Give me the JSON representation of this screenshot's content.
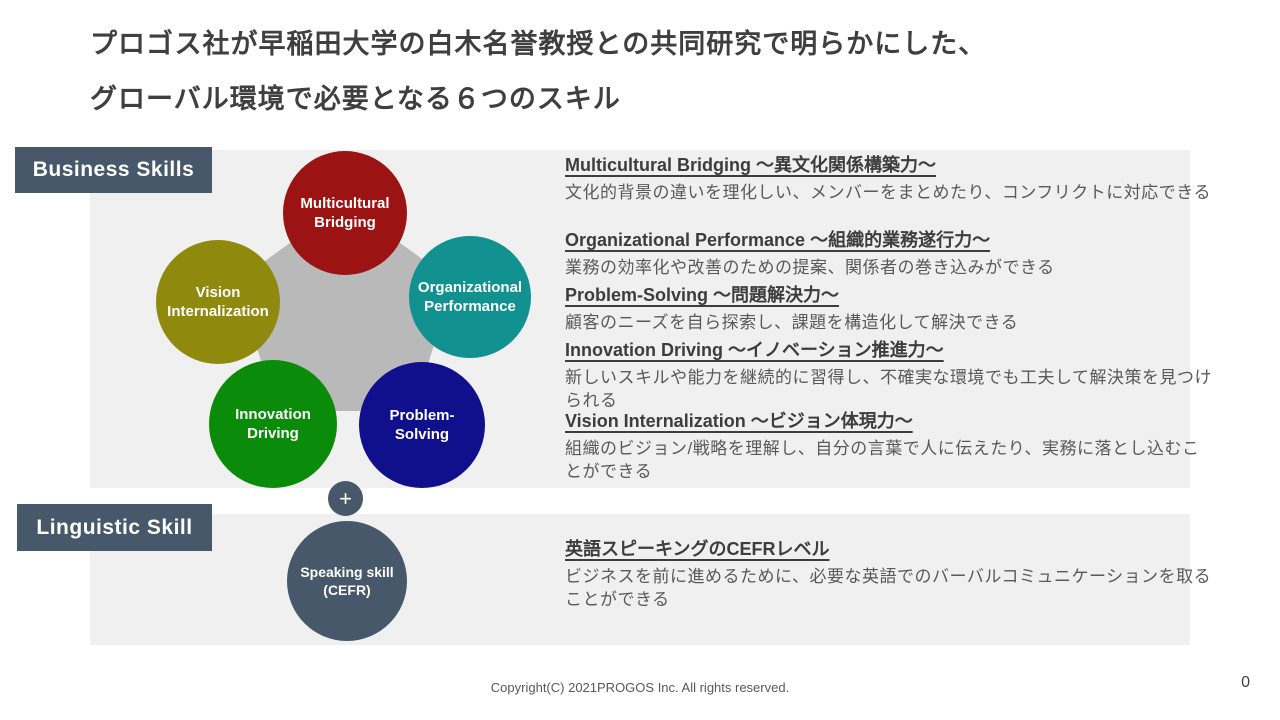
{
  "slide": {
    "title_line1": "プロゴス社が早稲田大学の白木名誉教授との共同研究で明らかにした、",
    "title_line2": "グローバル環境で必要となる６つのスキル",
    "footer": "Copyright(C) 2021PROGOS Inc. All rights reserved.",
    "page_number": "0"
  },
  "sections": {
    "business_label": "Business Skills",
    "linguistic_label": "Linguistic Skill",
    "label_color": "#465869",
    "panel_color": "#f0f0f0"
  },
  "diagram": {
    "pentagon_color": "#b9b9b9",
    "plus_symbol": "+",
    "plus_color": "#465869",
    "circles": [
      {
        "id": "multicultural-bridging",
        "line1": "Multicultural",
        "line2": "Bridging",
        "color": "#9b1313"
      },
      {
        "id": "vision-internalization",
        "line1": "Vision",
        "line2": "Internalization",
        "color": "#8f8a0e"
      },
      {
        "id": "organizational-performance",
        "line1": "Organizational",
        "line2": "Performance",
        "color": "#129191"
      },
      {
        "id": "innovation-driving",
        "line1": "Innovation",
        "line2": "Driving",
        "color": "#0a8c0a"
      },
      {
        "id": "problem-solving",
        "line1": "Problem-",
        "line2": "Solving",
        "color": "#10108c"
      },
      {
        "id": "speaking-skill",
        "line1": "Speaking skill",
        "line2": "(CEFR)",
        "color": "#465869"
      }
    ]
  },
  "descriptions": [
    {
      "heading": "Multicultural Bridging ～異文化関係構築力～",
      "body": "文化的背景の違いを理化しい、メンバーをまとめたり、コンフリクトに対応できる"
    },
    {
      "heading": "Organizational Performance ～組織的業務遂行力～",
      "body": "業務の効率化や改善のための提案、関係者の巻き込みができる"
    },
    {
      "heading": "Problem-Solving ～問題解決力～",
      "body": "顧客のニーズを自ら探索し、課題を構造化して解決できる"
    },
    {
      "heading": "Innovation Driving ～イノベーション推進力～",
      "body": "新しいスキルや能力を継続的に習得し、不確実な環境でも工夫して解決策を見つけられる"
    },
    {
      "heading": "Vision Internalization ～ビジョン体現力～",
      "body": "組織のビジョン/戦略を理解し、自分の言葉で人に伝えたり、実務に落とし込むことができる"
    },
    {
      "heading": "英語スピーキングのCEFRレベル",
      "body": "ビジネスを前に進めるために、必要な英語でのバーバルコミュニケーションを取ることができる"
    }
  ]
}
